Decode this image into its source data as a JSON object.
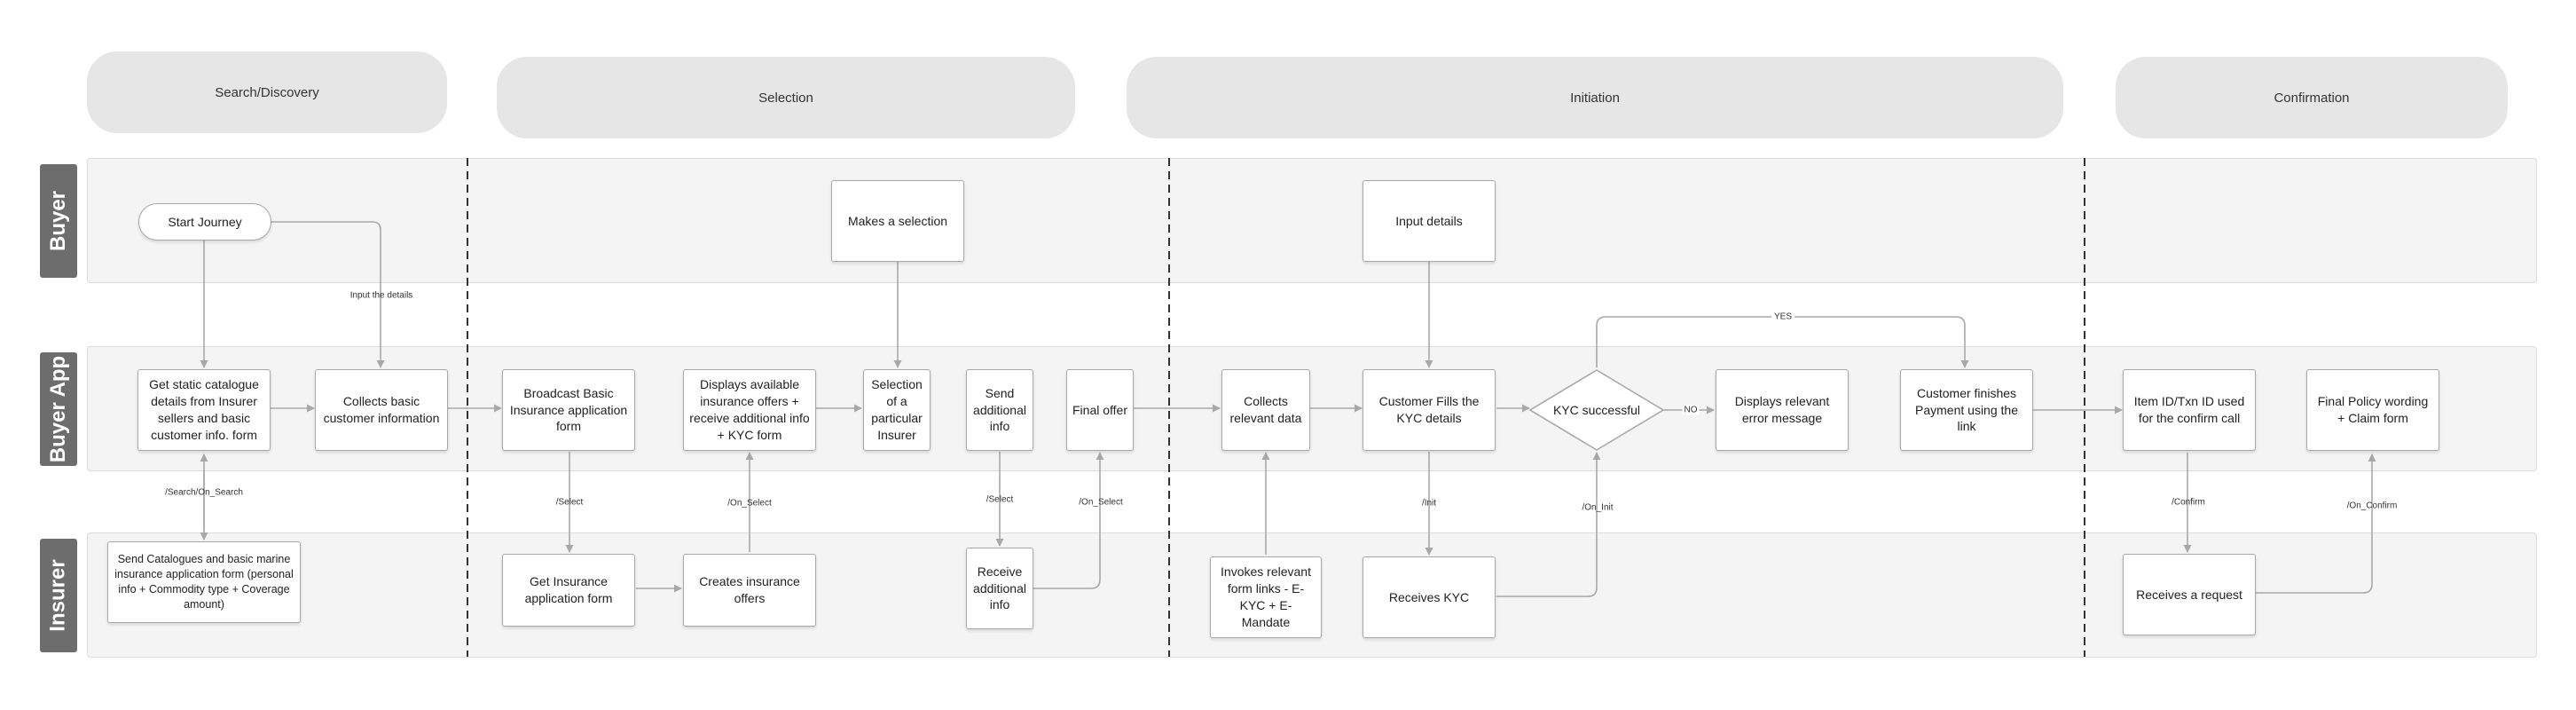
{
  "phases": [
    "Search/Discovery",
    "Selection",
    "Initiation",
    "Confirmation"
  ],
  "lanes": [
    "Buyer",
    "Buyer App",
    "Insurer"
  ],
  "nodes": {
    "start_journey": "Start Journey",
    "makes_selection": "Makes a selection",
    "input_details": "Input details",
    "get_catalogue": "Get static catalogue details from Insurer sellers and basic customer info. form",
    "collects_basic_info": "Collects basic customer information",
    "broadcast_form": "Broadcast Basic Insurance application form",
    "displays_offers": "Displays available insurance offers + receive additional info + KYC form",
    "selection_insurer": "Selection of a particular Insurer",
    "send_additional": "Send additional info",
    "final_offer": "Final offer",
    "collects_data": "Collects relevant data",
    "customer_fills_kyc": "Customer Fills the KYC details",
    "kyc_successful": "KYC successful",
    "displays_error": "Displays relevant  error message",
    "customer_payment": "Customer finishes Payment using the link",
    "item_id_confirm": "Item ID/Txn ID used for the confirm call",
    "final_policy": "Final Policy wording + Claim form",
    "send_catalogues": "Send Catalogues and basic marine insurance application form (personal info + Commodity type + Coverage amount)",
    "get_insurance_form": "Get Insurance application form",
    "creates_offers": "Creates insurance offers",
    "receive_additional": "Receive additional info",
    "invokes_links": "Invokes relevant form links - E-KYC + E-Mandate",
    "receives_kyc": "Receives KYC",
    "receives_request": "Receives a request"
  },
  "edge_labels": {
    "input_the_details": "Input the details",
    "search": "/Search/On_Search",
    "select1": "/Select",
    "on_select1": "/On_Select",
    "select2": "/Select",
    "on_select2": "/On_Select",
    "init": "/Init",
    "on_init": "/On_Init",
    "yes": "YES",
    "no": "NO",
    "confirm": "/Confirm",
    "on_confirm": "/On_Confirm"
  },
  "colors": {
    "lane_bg": "#f4f4f4",
    "phase_bg": "#e6e6e6",
    "lane_label_bg": "#6d6d6d",
    "connector": "#a8a8a8"
  }
}
